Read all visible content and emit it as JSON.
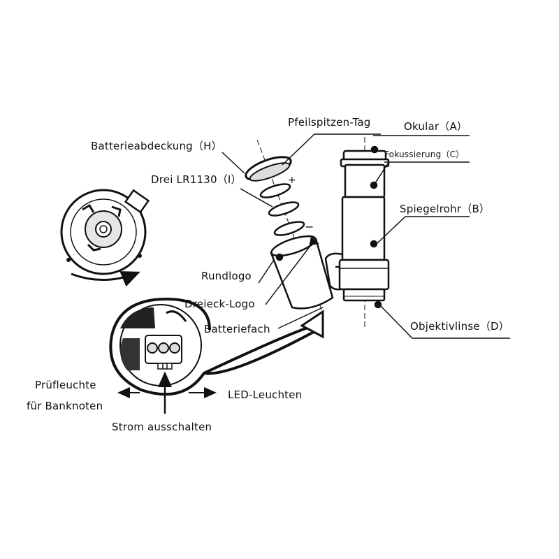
{
  "labels": {
    "pfeilspitzen": "Pfeilspitzen-Tag",
    "okular": "Okular（A）",
    "batterieabdeckung": "Batterieabdeckung（H）",
    "fokussierung": "Fokussierung（C）",
    "drei_lr": "Drei LR1130（I）",
    "spiegelrohr": "Spiegelrohr（B）",
    "rundlogo": "Rundlogo",
    "dreieck": "Dreieck-Logo",
    "batteriefach": "Batteriefach",
    "objektivlinse": "Objektivlinse（D）",
    "pruefleuchte_1": "Prüfleuchte",
    "pruefleuchte_2": "für Banknoten",
    "led": "LED-Leuchten",
    "strom": "Strom ausschalten"
  },
  "symbols": {
    "plus": "+",
    "minus": "−"
  },
  "colors": {
    "line": "#111111",
    "fill": "#ffffff",
    "shade": "#d9d9d9"
  }
}
